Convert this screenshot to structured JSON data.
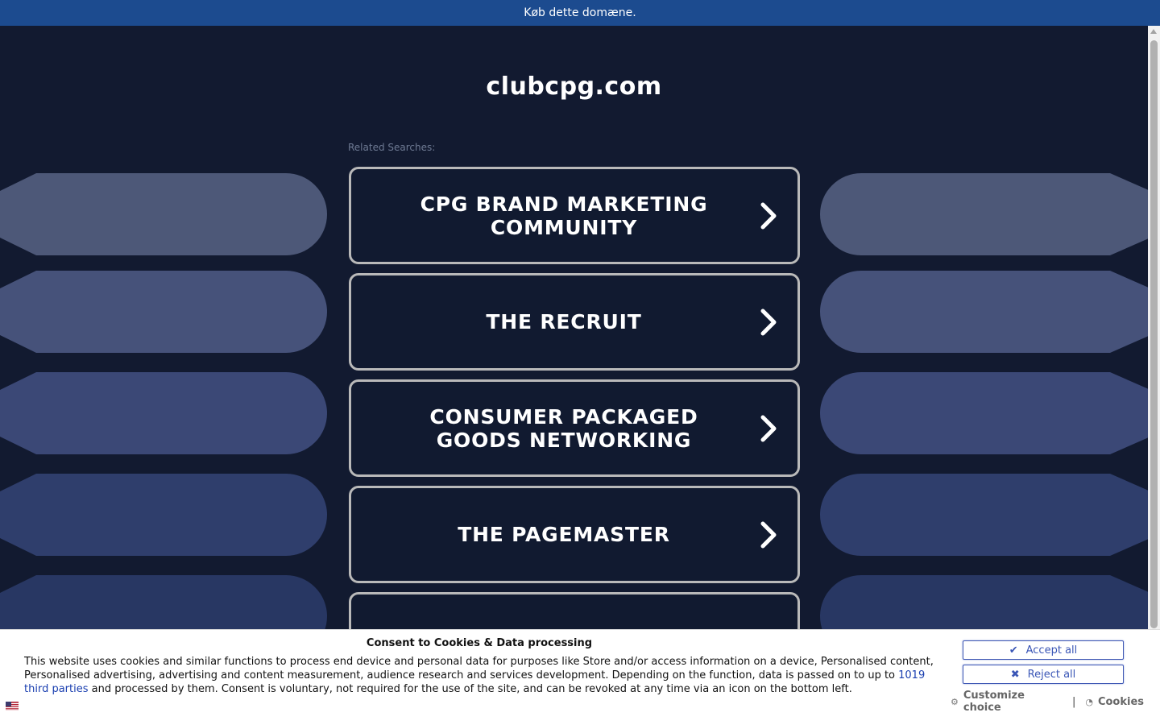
{
  "topbar": {
    "text": "Køb dette domæne."
  },
  "domain": {
    "name": "clubcpg.com"
  },
  "related": {
    "label": "Related Searches:",
    "items": [
      "CPG BRAND MARKETING COMMUNITY",
      "THE RECRUIT",
      "CONSUMER PACKAGED GOODS NETWORKING",
      "THE PAGEMASTER",
      ""
    ]
  },
  "consent": {
    "title": "Consent to Cookies & Data processing",
    "text_before_link": "This website uses cookies and similar functions to process end device and personal data for purposes like Store and/or access information on a device, Personalised content, Personalised advertising, advertising and content measurement, audience research and services development. Depending on the function, data is passed on to up to ",
    "link_text": "1019 third parties",
    "text_after_link": " and processed by them. Consent is voluntary, not required for the use of the site, and can be revoked at any time via an icon on the bottom left.",
    "accept_label": "Accept all",
    "reject_label": "Reject all",
    "customize_label": "Customize choice",
    "separator": "|",
    "cookies_label": "Cookies"
  },
  "icons": {
    "accept": "check-icon",
    "reject": "x-icon",
    "customize": "gear-icon",
    "cookies": "cookie-icon",
    "chevron": "chevron-right-icon",
    "language": "flag-icon"
  },
  "colors": {
    "topbar": "#1c4b8f",
    "background": "#121a30",
    "button_border": "#b9b9b9",
    "consent_button": "#3e57b4"
  }
}
